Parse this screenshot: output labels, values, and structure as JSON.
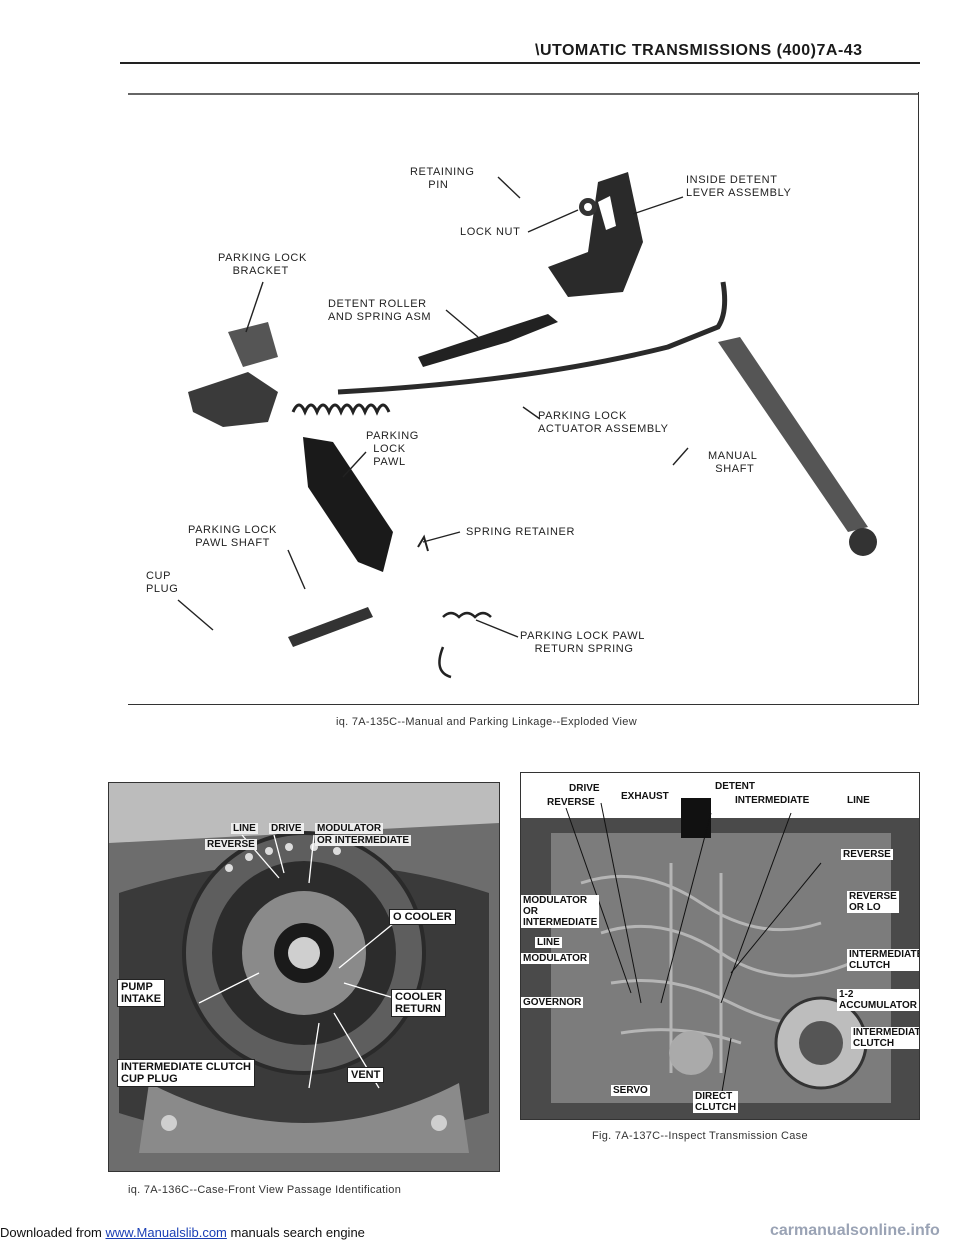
{
  "footer": {
    "prefix": "Downloaded from ",
    "link": "www.Manualslib.com",
    "suffix": " manuals search engine",
    "watermark": "carmanualsonline.info"
  },
  "header": {
    "title": "\\UTOMATIC TRANSMISSIONS   (400)7A-43"
  },
  "fig135": {
    "caption": "iq. 7A-135C--Manual and Parking Linkage--Exploded View",
    "labels": {
      "retaining_pin": "RETAINING\n     PIN",
      "inside_detent": "INSIDE DETENT\nLEVER ASSEMBLY",
      "lock_nut": "LOCK NUT",
      "parking_lock_bracket": "PARKING LOCK\n    BRACKET",
      "detent_roller": "DETENT ROLLER\nAND SPRING ASM",
      "parking_lock_actuator": "PARKING LOCK\nACTUATOR ASSEMBLY",
      "parking_lock_pawl": "PARKING\n  LOCK\n  PAWL",
      "manual_shaft": "MANUAL\n  SHAFT",
      "parking_lock_pawl_shaft": "PARKING LOCK\n  PAWL SHAFT",
      "spring_retainer": "SPRING RETAINER",
      "cup_plug": "CUP\nPLUG",
      "pawl_return_spring": "PARKING LOCK PAWL\n    RETURN SPRING"
    }
  },
  "fig136": {
    "caption": "iq. 7A-136C--Case-Front View Passage Identification",
    "labels": {
      "line": "LINE",
      "drive": "DRIVE",
      "modulator": "MODULATOR",
      "or_intermediate": "OR INTERMEDIATE",
      "reverse": "REVERSE",
      "to_cooler": "O COOLER",
      "pump_intake": "PUMP\nINTAKE",
      "cooler_return": "COOLER\nRETURN",
      "intermediate_clutch": "INTERMEDIATE CLUTCH\nCUP PLUG",
      "vent": "VENT"
    }
  },
  "fig137": {
    "caption": "Fig. 7A-137C--Inspect Transmission Case",
    "labels": {
      "drive": "DRIVE",
      "reverse_top": "REVERSE",
      "exhaust": "EXHAUST",
      "detent": "DETENT",
      "intermediate": "INTERMEDIATE",
      "line_top": "LINE",
      "reverse_right": "REVERSE",
      "reverse_or_lo": "REVERSE\nOR LO",
      "modulator_or_intermediate": "MODULATOR\nOR\nINTERMEDIATE",
      "line_mid": "LINE",
      "modulator": "MODULATOR",
      "intermediate_clutch": "INTERMEDIATE\nCLUTCH",
      "governor": "GOVERNOR",
      "accumulator": "1-2\nACCUMULATOR",
      "intermediate_clutch_low": "INTERMEDIATE\nCLUTCH",
      "servo": "SERVO",
      "direct_clutch": "DIRECT\nCLUTCH"
    }
  }
}
